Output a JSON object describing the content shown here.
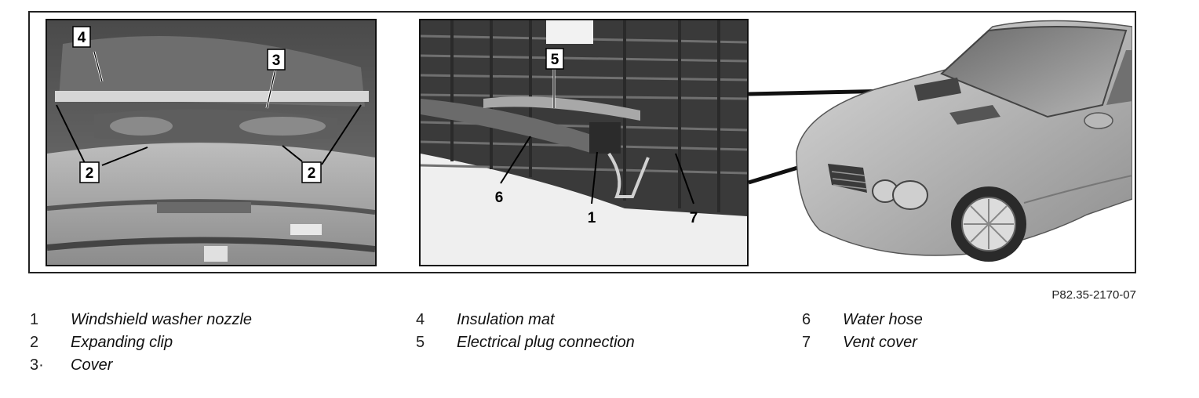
{
  "figure": {
    "code": "P82.35-2170-07",
    "callouts_left": [
      "4",
      "3",
      "2",
      "2"
    ],
    "callouts_mid": [
      "5",
      "6",
      "1",
      "7"
    ]
  },
  "legend": {
    "columns": [
      [
        {
          "num": "1",
          "text": "Windshield washer nozzle"
        },
        {
          "num": "2",
          "text": "Expanding clip"
        },
        {
          "num": "3·",
          "text": "Cover"
        }
      ],
      [
        {
          "num": "4",
          "text": "Insulation mat"
        },
        {
          "num": "5",
          "text": "Electrical plug connection"
        }
      ],
      [
        {
          "num": "6",
          "text": "Water hose"
        },
        {
          "num": "7",
          "text": "Vent cover"
        }
      ]
    ]
  }
}
